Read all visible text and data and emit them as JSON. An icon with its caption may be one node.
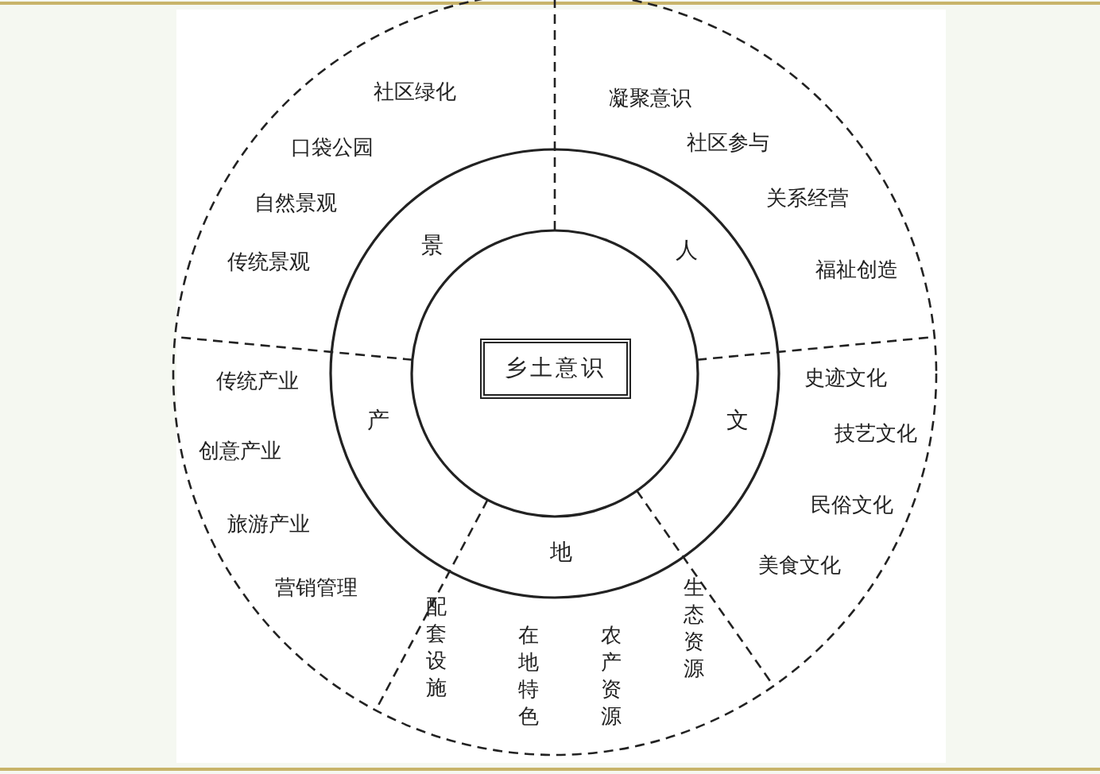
{
  "diagram": {
    "nodes": [
      {
        "text": [
          "景",
          "人",
          "产",
          "文",
          "地"
        ]
      },
      {
        "text": [
          "乡土意识"
        ],
        "in": 0
      }
    ],
    "labels": [
      "社区绿化",
      "凝聚意识",
      "社区参与",
      "口袋公园",
      "关系经营",
      "自然景观",
      "传统景观",
      "福祉创造",
      "传统产业",
      "史迹文化",
      "技艺文化",
      "创意产业",
      "民俗文化",
      "旅游产业",
      "美食文化",
      "营销管理",
      "配套设施",
      "生态资源",
      "在地特色",
      "农产资源"
    ]
  }
}
